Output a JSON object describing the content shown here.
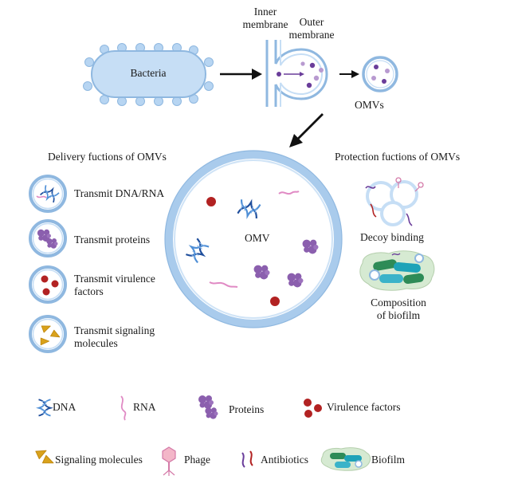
{
  "top": {
    "bacteria_label": "Bacteria",
    "inner_membrane": [
      "Inner",
      "membrane"
    ],
    "outer_membrane": [
      "Outer",
      "membrane"
    ],
    "omvs_label": "OMVs"
  },
  "center": {
    "omv_label": "OMV"
  },
  "delivery": {
    "title": "Delivery fuctions of OMVs",
    "items": [
      {
        "icon": "dna-icon",
        "lines": [
          "Transmit DNA/RNA"
        ]
      },
      {
        "icon": "proteins-icon",
        "lines": [
          "Transmit proteins"
        ]
      },
      {
        "icon": "virulence-icon",
        "lines": [
          "Transmit virulence",
          "factors"
        ]
      },
      {
        "icon": "signaling-icon",
        "lines": [
          "Transmit signaling",
          "molecules"
        ]
      }
    ]
  },
  "protection": {
    "title": "Protection fuctions of OMVs",
    "items": [
      {
        "icon": "decoy-binding-icon",
        "lines": [
          "Decoy binding"
        ]
      },
      {
        "icon": "biofilm-icon",
        "lines": [
          "Composition",
          "of biofilm"
        ]
      }
    ]
  },
  "legend": [
    {
      "icon": "dna-icon",
      "label": "DNA"
    },
    {
      "icon": "rna-icon",
      "label": "RNA"
    },
    {
      "icon": "proteins-icon",
      "label": "Proteins"
    },
    {
      "icon": "virulence-factors-icon",
      "label": "Virulence factors"
    },
    {
      "icon": "signaling-molecules-icon",
      "label": "Signaling molecules"
    },
    {
      "icon": "phage-icon",
      "label": "Phage"
    },
    {
      "icon": "antibiotics-icon",
      "label": "Antibiotics"
    },
    {
      "icon": "biofilm-icon",
      "label": "Biofilm"
    }
  ],
  "colors": {
    "membrane": "#8fb8e0",
    "bacteria_fill": "#c6def5",
    "vesicle_dot": "#6a3d9a",
    "virulence": "#b22222",
    "protein": "#8b5fae",
    "signaling": "#d9a21b",
    "dna_blue": "#1f4e9c",
    "rna_pink": "#e08ac4"
  }
}
